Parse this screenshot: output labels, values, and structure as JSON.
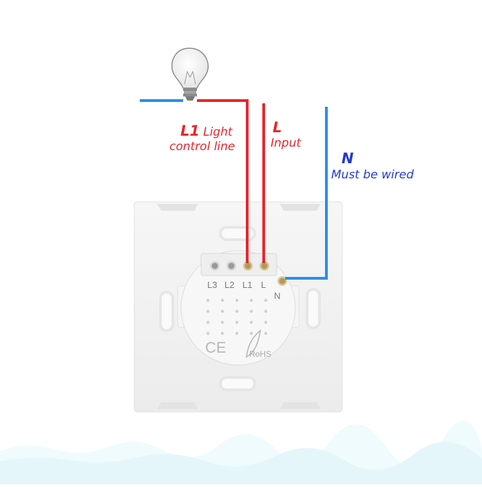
{
  "labels": {
    "l1": {
      "code": "L1",
      "desc_line1": "Light",
      "desc_line2": "control line"
    },
    "l": {
      "code": "L",
      "desc": "Input"
    },
    "n": {
      "code": "N",
      "desc": "Must be wired"
    }
  },
  "terminals": [
    "L3",
    "L2",
    "L1",
    "L"
  ],
  "neutral_terminal": "N",
  "marks": {
    "ce": "CE",
    "rohs": "RoHS"
  },
  "colors": {
    "live_wire": "#e8262c",
    "neutral_wire": "#2a8ee8",
    "label_red": "#e8262c",
    "label_blue": "#2438d8",
    "panel": "#f2f2f2"
  },
  "icons": [
    "light-bulb-icon",
    "feather-icon"
  ]
}
